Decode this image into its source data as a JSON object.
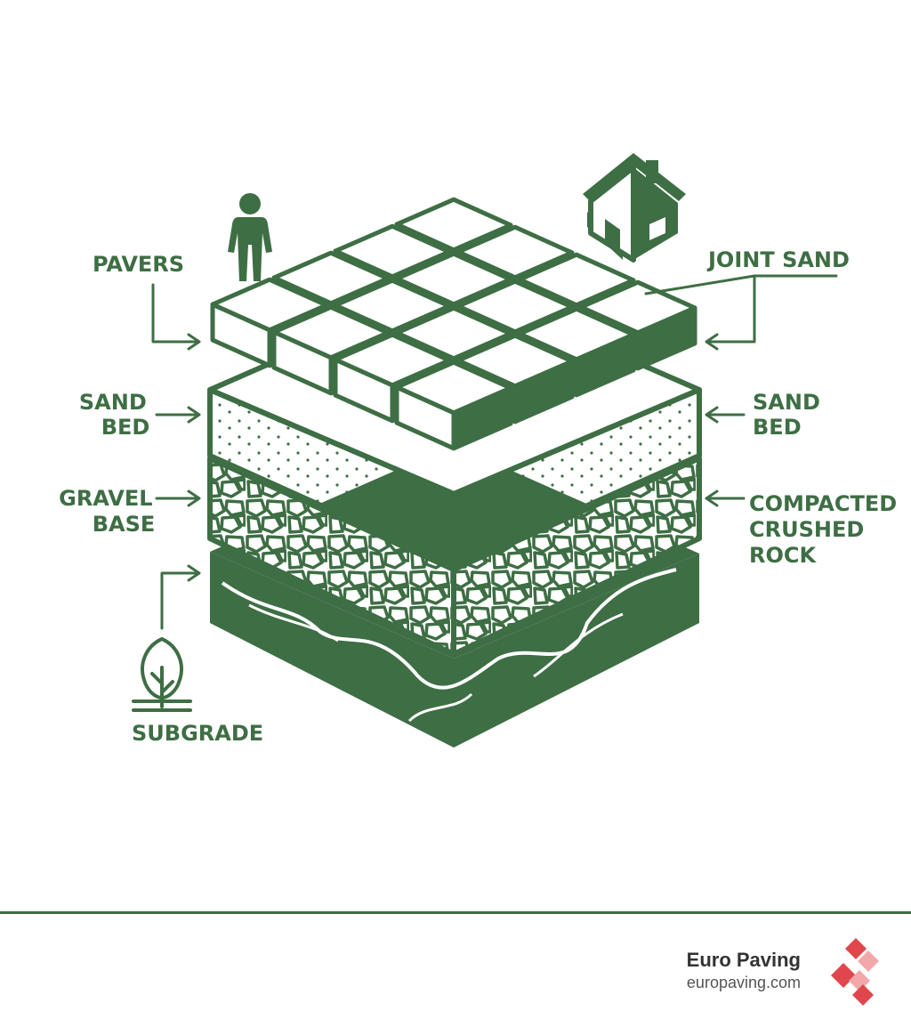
{
  "labels": {
    "pavers": "PAVERS",
    "joint_sand": "JOINT SAND",
    "sand_bed_left": [
      "SAND",
      "BED"
    ],
    "sand_bed_right": [
      "SAND",
      "BED"
    ],
    "gravel_base": [
      "GRAVEL",
      "BASE"
    ],
    "compacted_rock": [
      "COMPACTED",
      "CRUSHED",
      "ROCK"
    ],
    "subgrade": "SUBGRADE"
  },
  "icons": {
    "person": "person-icon",
    "house": "house-icon",
    "tree": "tree-icon",
    "logo": "euro-paving-diamond-logo"
  },
  "brand": {
    "name": "Euro Paving",
    "url": "europaving.com"
  },
  "colors": {
    "primary_green": "#3e6e44",
    "logo_red": "#e0474c",
    "logo_pink": "#f2a8aa",
    "background": "#ffffff"
  }
}
